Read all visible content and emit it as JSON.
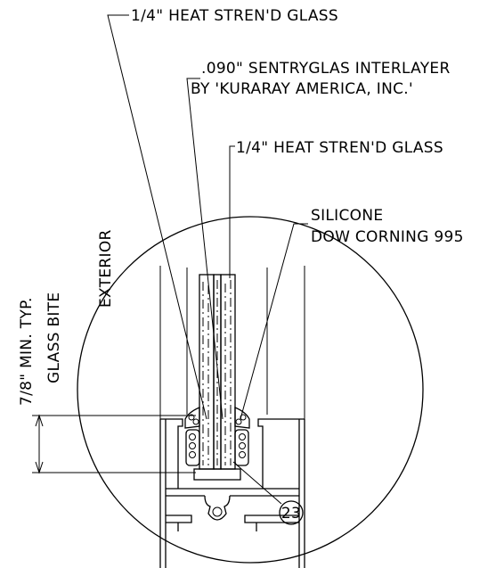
{
  "labels": {
    "glass_outer": "1/4\" HEAT STREN'D GLASS",
    "interlayer_line1": ".090\" SENTRYGLAS INTERLAYER",
    "interlayer_line2": "BY 'KURARAY AMERICA, INC.'",
    "glass_inner": "1/4\" HEAT STREN'D GLASS",
    "silicone_line1": "SILICONE",
    "silicone_line2": "DOW CORNING 995",
    "exterior": "EXTERIOR",
    "bite_line1": "7/8\" MIN. TYP.",
    "bite_line2": "GLASS BITE",
    "callout_tag": "23"
  }
}
